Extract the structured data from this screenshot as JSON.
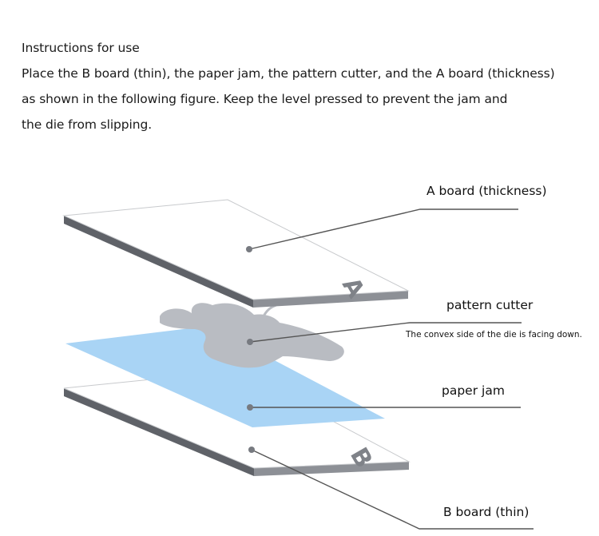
{
  "instructions": {
    "heading": "Instructions for use",
    "lines": [
      "Place the B board (thin), the paper jam, the pattern cutter, and the A board (thickness)",
      "as shown in the following figure. Keep the level pressed to prevent the jam and",
      "the die from slipping."
    ]
  },
  "labels": {
    "a_board": "A board (thickness)",
    "pattern_cutter": "pattern cutter",
    "cutter_note": "The convex side of the die is facing down.",
    "paper_jam": "paper jam",
    "b_board": "B board (thin)"
  },
  "board_letters": {
    "a": "A",
    "b": "B"
  },
  "colors": {
    "board_top": "#ffffff",
    "board_edge": "#5f6268",
    "paper": "#a9d4f5",
    "cutter": "#b9bcc2",
    "leader_line": "#555555"
  }
}
